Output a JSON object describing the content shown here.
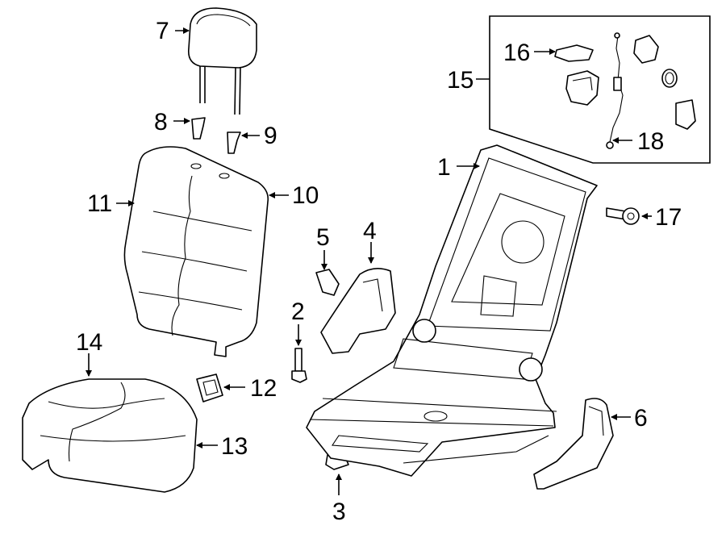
{
  "diagram": {
    "callouts": [
      {
        "id": "1",
        "label": "1"
      },
      {
        "id": "2",
        "label": "2"
      },
      {
        "id": "3",
        "label": "3"
      },
      {
        "id": "4",
        "label": "4"
      },
      {
        "id": "5",
        "label": "5"
      },
      {
        "id": "6",
        "label": "6"
      },
      {
        "id": "7",
        "label": "7"
      },
      {
        "id": "8",
        "label": "8"
      },
      {
        "id": "9",
        "label": "9"
      },
      {
        "id": "10",
        "label": "10"
      },
      {
        "id": "11",
        "label": "11"
      },
      {
        "id": "12",
        "label": "12"
      },
      {
        "id": "13",
        "label": "13"
      },
      {
        "id": "14",
        "label": "14"
      },
      {
        "id": "15",
        "label": "15"
      },
      {
        "id": "16",
        "label": "16"
      },
      {
        "id": "17",
        "label": "17"
      },
      {
        "id": "18",
        "label": "18"
      }
    ]
  }
}
